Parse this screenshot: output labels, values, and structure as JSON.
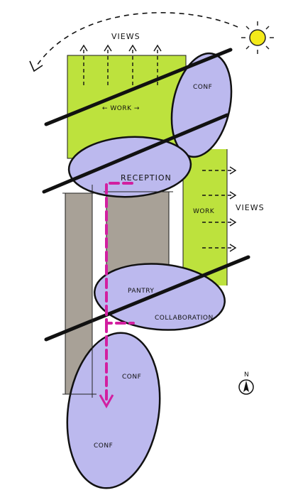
{
  "labels": {
    "views_top": "VIEWS",
    "views_right": "VIEWS",
    "work_top": "← WORK →",
    "work_right": "WORK",
    "conf_top": "CONF",
    "reception": "RECEPTION",
    "pantry": "PANTRY",
    "collaboration": "COLLABORATION",
    "conf_mid": "CONF",
    "conf_bottom": "CONF",
    "north": "N"
  },
  "colors": {
    "green_zone": "#b7e02c",
    "grey_zone": "#9f978c",
    "bubble_fill": "#bcb9ee",
    "circulation_path": "#d21fa0",
    "sun": "#f4ea1a",
    "ink": "#111111"
  },
  "icons": [
    "sun-icon",
    "north-arrow-icon",
    "view-arrow-icon"
  ]
}
